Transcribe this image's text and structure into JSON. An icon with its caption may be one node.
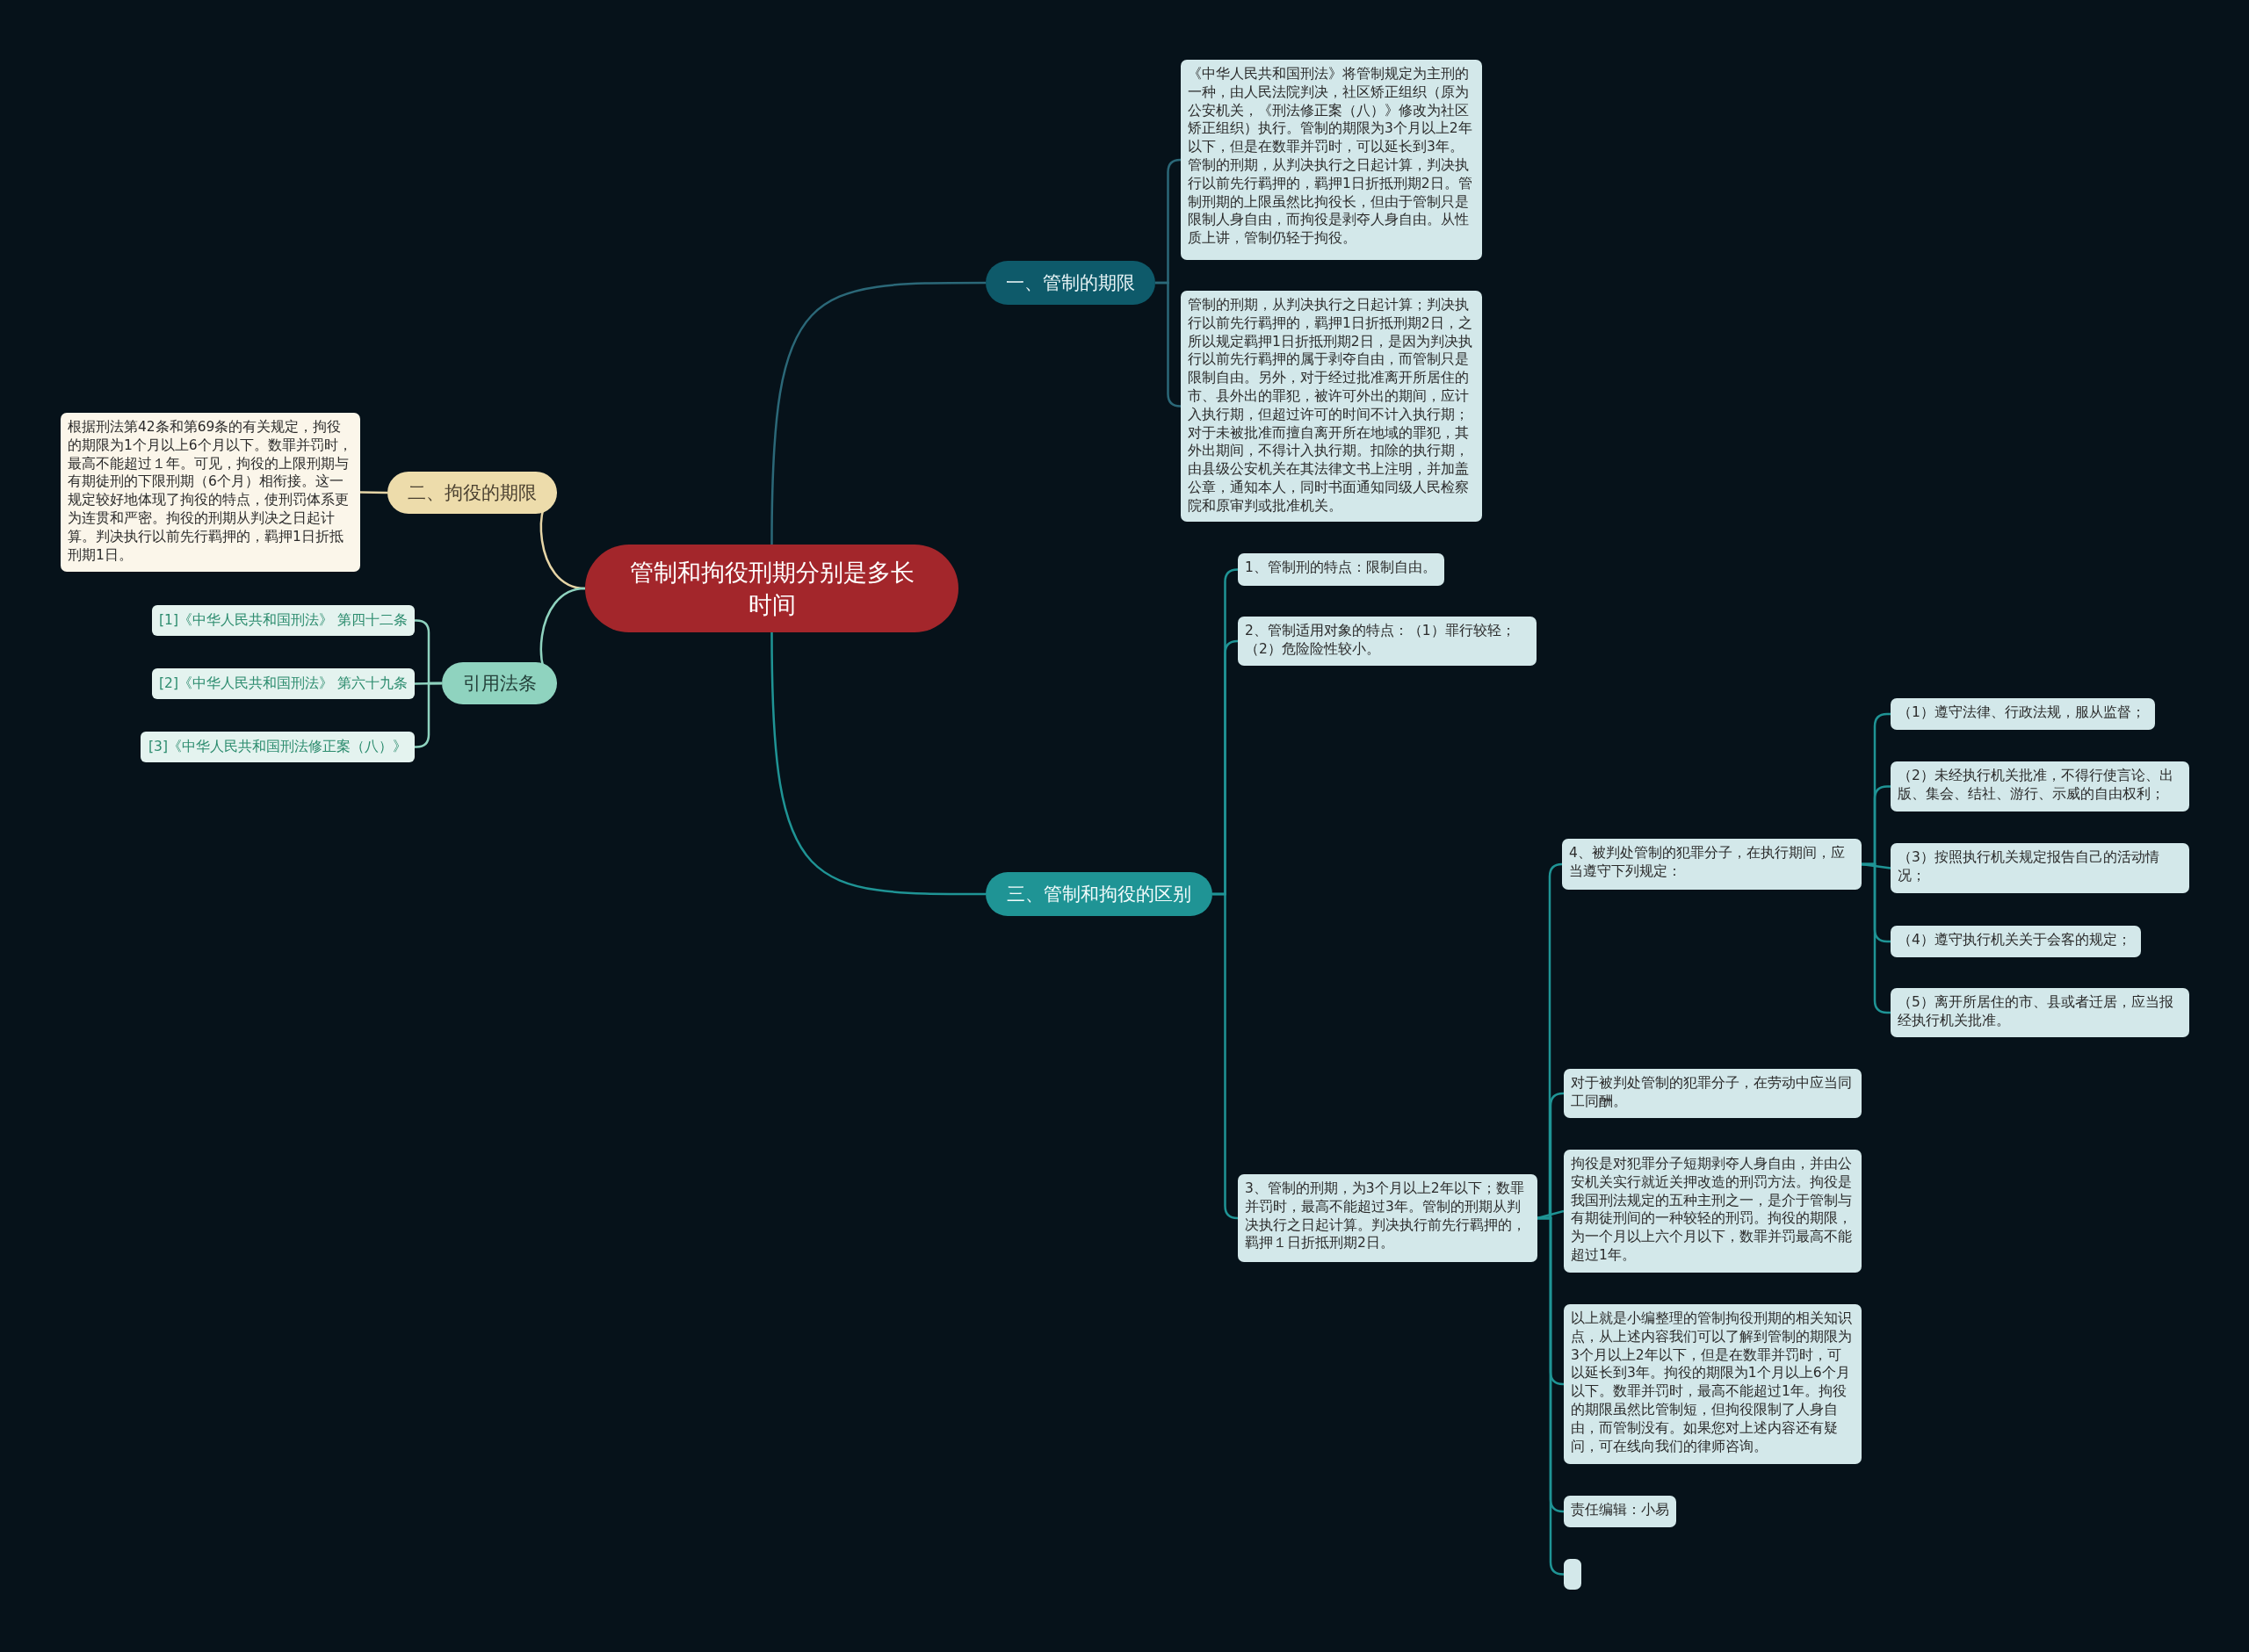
{
  "diagram": {
    "nodes": [
      {
        "text": [
          "管制和拘役刑期分别是多长时间"
        ]
      },
      {
        "text": [
          "一、管制的期限"
        ]
      },
      {
        "text": [
          "《中华人民共和国刑法》将管制规定为主刑的一种，由人民法院判决，社区矫正组织（原为公安机关，《刑法修正案（八）》修改为社区矫正组织）执行。管制的期限为3个月以上2年以下，但是在数罪并罚时，可以延长到3年。管制的刑期，从判决执行之日起计算，判决执行以前先行羁押的，羁押1日折抵刑期2日。管制刑期的上限虽然比拘役长，但由于管制只是限制人身自由，而拘役是剥夺人身自由。从性质上讲，管制仍轻于拘役。"
        ]
      },
      {
        "text": [
          "管制的刑期，从判决执行之日起计算；判决执行以前先行羁押的，羁押1日折抵刑期2日，之所以规定羁押1日折抵刑期2日，是因为判决执行以前先行羁押的属于剥夺自由，而管制只是限制自由。另外，对于经过批准离开所居住的市、县外出的罪犯，被许可外出的期间，应计入执行期，但超过许可的时间不计入执行期；对于未被批准而擅自离开所在地域的罪犯，其外出期间，不得计入执行期。扣除的执行期，由县级公安机关在其法律文书上注明，并加盖公章，通知本人，同时书面通知同级人民检察院和原审判或批准机关。"
        ]
      },
      {
        "text": [
          "二、拘役的期限"
        ]
      },
      {
        "text": [
          "根据刑法第42条和第69条的有关规定，拘役的期限为1个月以上6个月以下。数罪并罚时，最高不能超过１年。可见，拘役的上限刑期与有期徒刑的下限刑期（6个月）相衔接。这一规定较好地体现了拘役的特点，使刑罚体系更为连贯和严密。拘役的刑期从判决之日起计算。判决执行以前先行羁押的，羁押1日折抵刑期1日。"
        ]
      },
      {
        "text": [
          "引用法条"
        ]
      },
      {
        "text": [
          "[1]《中华人民共和国刑法》 第四十二条"
        ]
      },
      {
        "text": [
          "[2]《中华人民共和国刑法》 第六十九条"
        ]
      },
      {
        "text": [
          "[3]《中华人民共和国刑法修正案（八）》"
        ]
      },
      {
        "text": [
          "三、管制和拘役的区别"
        ]
      },
      {
        "text": [
          "1、管制刑的特点：限制自由。"
        ]
      },
      {
        "text": [
          "2、管制适用对象的特点：（1）罪行较轻；（2）危险险性较小。"
        ]
      },
      {
        "text": [
          "3、管制的刑期，为3个月以上2年以下；数罪并罚时，最高不能超过3年。管制的刑期从判决执行之日起计算。判决执行前先行羁押的，羁押１日折抵刑期2日。"
        ]
      },
      {
        "text": [
          "4、被判处管制的犯罪分子，在执行期间，应当遵守下列规定："
        ]
      },
      {
        "text": [
          "（1）遵守法律、行政法规，服从监督；"
        ]
      },
      {
        "text": [
          "（2）未经执行机关批准，不得行使言论、出版、集会、结社、游行、示威的自由权利；"
        ]
      },
      {
        "text": [
          "（3）按照执行机关规定报告自己的活动情况；"
        ]
      },
      {
        "text": [
          "（4）遵守执行机关关于会客的规定；"
        ]
      },
      {
        "text": [
          "（5）离开所居住的市、县或者迁居，应当报经执行机关批准。"
        ]
      },
      {
        "text": [
          "对于被判处管制的犯罪分子，在劳动中应当同工同酬。"
        ]
      },
      {
        "text": [
          "拘役是对犯罪分子短期剥夺人身自由，并由公安机关实行就近关押改造的刑罚方法。拘役是我国刑法规定的五种主刑之一，是介于管制与有期徒刑间的一种较轻的刑罚。拘役的期限，为一个月以上六个月以下，数罪并罚最高不能超过1年。"
        ]
      },
      {
        "text": [
          "以上就是小编整理的管制拘役刑期的相关知识点，从上述内容我们可以了解到管制的期限为3个月以上2年以下，但是在数罪并罚时，可以延长到3年。拘役的期限为1个月以上6个月以下。数罪并罚时，最高不能超过1年。拘役的期限虽然比管制短，但拘役限制了人身自由，而管制没有。如果您对上述内容还有疑问，可在线向我们的律师咨询。"
        ]
      },
      {
        "text": [
          "责任编辑：小易"
        ]
      },
      {
        "text": [],
        "shape": "box"
      }
    ],
    "edges": [
      {
        "from": 0,
        "to": 1,
        "arrow": "none",
        "color": "#2b6878"
      },
      {
        "from": 1,
        "to": 2,
        "arrow": "none",
        "color": "#2b6878"
      },
      {
        "from": 1,
        "to": 3,
        "arrow": "none",
        "color": "#2b6878"
      },
      {
        "from": 0,
        "to": 4,
        "arrow": "none",
        "color": "#e6d5a6"
      },
      {
        "from": 4,
        "to": 5,
        "arrow": "none",
        "color": "#e6d5a6"
      },
      {
        "from": 0,
        "to": 6,
        "arrow": "none",
        "color": "#8fd3bf"
      },
      {
        "from": 6,
        "to": 7,
        "arrow": "none",
        "color": "#8fd3bf"
      },
      {
        "from": 6,
        "to": 8,
        "arrow": "none",
        "color": "#8fd3bf"
      },
      {
        "from": 6,
        "to": 9,
        "arrow": "none",
        "color": "#8fd3bf"
      },
      {
        "from": 0,
        "to": 10,
        "arrow": "none"
      },
      {
        "from": 10,
        "to": 11,
        "arrow": "none"
      },
      {
        "from": 10,
        "to": 12,
        "arrow": "none"
      },
      {
        "from": 10,
        "to": 13,
        "arrow": "none"
      },
      {
        "from": 13,
        "to": 14,
        "arrow": "none"
      },
      {
        "from": 14,
        "to": 15,
        "arrow": "none"
      },
      {
        "from": 14,
        "to": 16,
        "arrow": "none"
      },
      {
        "from": 14,
        "to": 17,
        "arrow": "none"
      },
      {
        "from": 14,
        "to": 18,
        "arrow": "none"
      },
      {
        "from": 14,
        "to": 19,
        "arrow": "none"
      },
      {
        "from": 13,
        "to": 20,
        "arrow": "none"
      },
      {
        "from": 13,
        "to": 21,
        "arrow": "none"
      },
      {
        "from": 13,
        "to": 22,
        "arrow": "none"
      },
      {
        "from": 13,
        "to": 23,
        "arrow": "none"
      },
      {
        "from": 13,
        "to": 24,
        "arrow": "none"
      }
    ]
  }
}
